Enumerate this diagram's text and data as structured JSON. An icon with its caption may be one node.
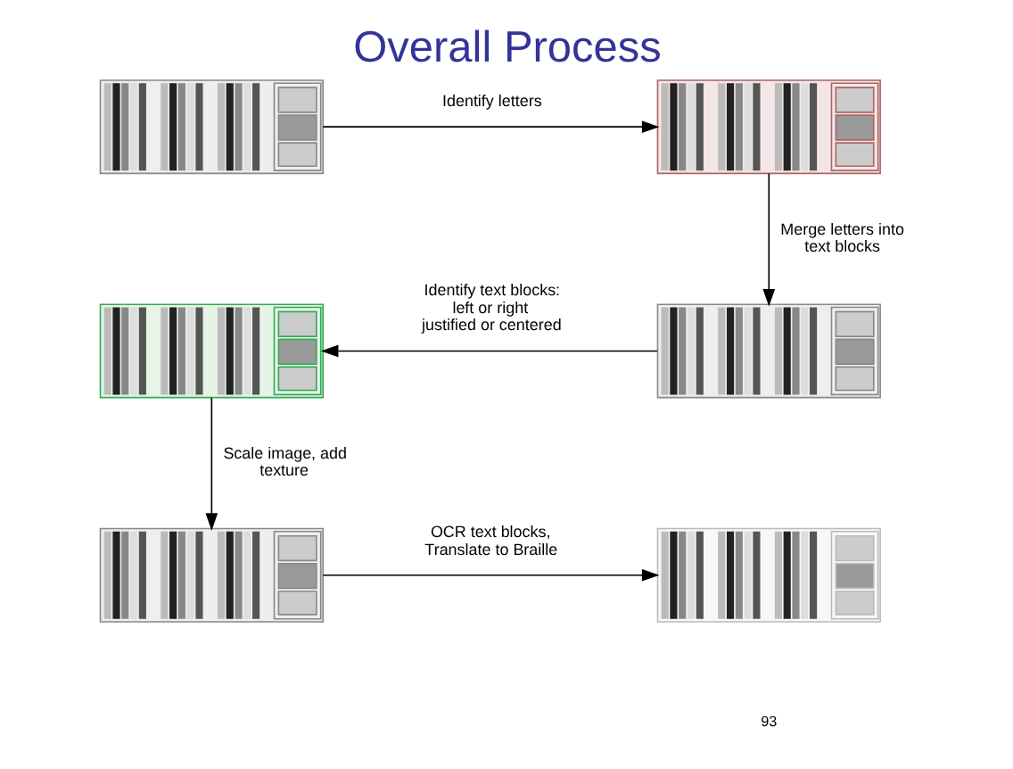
{
  "diagram": {
    "title": "Overall Process",
    "nodes": [
      {
        "text": [],
        "shape": "picture"
      },
      {
        "text": [],
        "shape": "picture"
      },
      {
        "text": [],
        "shape": "picture"
      },
      {
        "text": [],
        "shape": "picture"
      },
      {
        "text": [],
        "shape": "picture"
      },
      {
        "text": [],
        "shape": "picture"
      }
    ],
    "edges": [
      {
        "from": 0,
        "to": 1,
        "arrow": "to",
        "label": "Identify letters"
      },
      {
        "from": 1,
        "to": 2,
        "arrow": "to",
        "label": "Merge letters into text blocks"
      },
      {
        "from": 2,
        "to": 3,
        "arrow": "to",
        "label": "Identify text blocks: left or right justified or centered"
      },
      {
        "from": 3,
        "to": 4,
        "arrow": "to",
        "label": "Scale image, add texture"
      },
      {
        "from": 4,
        "to": 5,
        "arrow": "to",
        "label": "OCR text blocks, Translate to Braille"
      }
    ],
    "labels": [
      "93"
    ]
  }
}
